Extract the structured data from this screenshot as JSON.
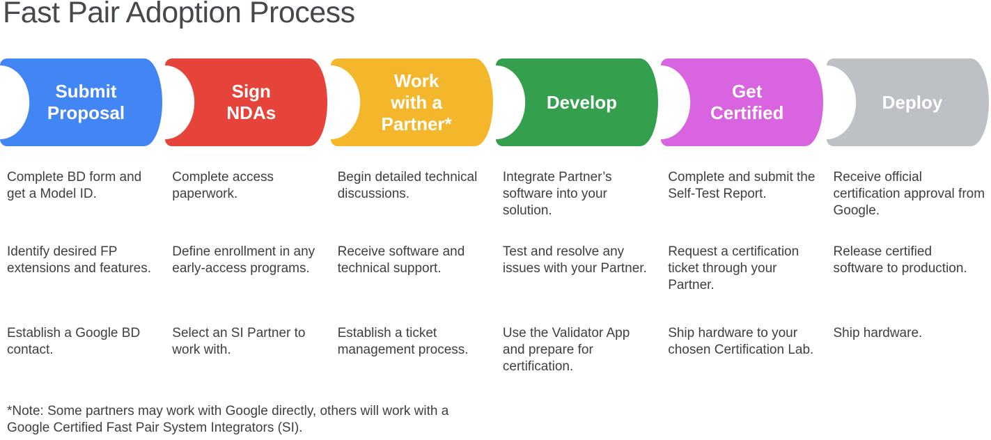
{
  "title": "Fast Pair Adoption Process",
  "colors": {
    "blue": "#4285F4",
    "red": "#E6443A",
    "yellow": "#F4B72B",
    "green": "#34A04E",
    "magenta": "#D964E0",
    "gray": "#BDC0C4",
    "label_text": "#FFFFFF",
    "body_text": "#3C4043"
  },
  "steps": [
    {
      "id": "submit-proposal",
      "label": "Submit\nProposal",
      "color": "#4285F4",
      "tasks": [
        "Complete BD form and get a Model ID.",
        "Identify desired FP extensions and features.",
        "Establish a Google BD contact."
      ]
    },
    {
      "id": "sign-ndas",
      "label": "Sign\nNDAs",
      "color": "#E6443A",
      "tasks": [
        "Complete access paperwork.",
        "Define enrollment in any early-access programs.",
        "Select an SI Partner to work with."
      ]
    },
    {
      "id": "work-with-a-partner",
      "label": "Work\nwith a\nPartner*",
      "color": "#F4B72B",
      "tasks": [
        "Begin detailed technical discussions.",
        "Receive software and technical support.",
        "Establish a ticket management process."
      ]
    },
    {
      "id": "develop",
      "label": "Develop",
      "color": "#34A04E",
      "tasks": [
        "Integrate Partner’s software into your solution.",
        "Test and resolve any issues with your Partner.",
        "Use the Validator App and prepare for certification."
      ]
    },
    {
      "id": "get-certified",
      "label": "Get\nCertified",
      "color": "#D964E0",
      "tasks": [
        "Complete and submit the Self-Test Report.",
        "Request a certification ticket through your Partner.",
        "Ship hardware to your chosen Certification Lab."
      ]
    },
    {
      "id": "deploy",
      "label": "Deploy",
      "color": "#BDC0C4",
      "tasks": [
        "Receive official certification approval from Google.",
        "Release certified software to production.",
        "Ship hardware."
      ]
    }
  ],
  "note": "*Note: Some partners may work with Google directly, others will work with a\nGoogle Certified Fast Pair System Integrators (SI)."
}
